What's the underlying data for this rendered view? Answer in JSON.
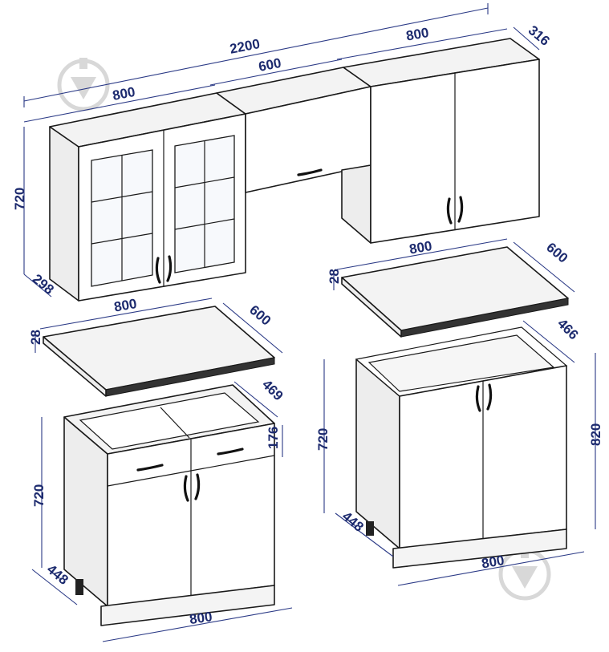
{
  "dimensions": {
    "total_width": "2200",
    "wall_left_width": "800",
    "wall_middle_width": "600",
    "wall_right_width": "800",
    "wall_right_depth": "316",
    "wall_left_height": "720",
    "wall_left_depth": "298",
    "top_left_width": "800",
    "top_left_depth": "600",
    "top_left_thickness": "28",
    "top_right_width": "800",
    "top_right_depth": "600",
    "top_right_thickness": "28",
    "base_left_depth_inner": "469",
    "base_left_drawer_height": "176",
    "base_left_height": "720",
    "base_left_depth": "448",
    "base_left_width": "800",
    "sink_base_depth_inner": "466",
    "sink_base_height": "720",
    "sink_base_total_height": "820",
    "sink_base_depth": "448",
    "sink_base_width": "800"
  },
  "colors": {
    "dimension_text": "#1c2a6e",
    "dimension_line": "#2b3a86",
    "cabinet_outline": "#1a1a1a",
    "watermark": "#d8d8d8"
  }
}
